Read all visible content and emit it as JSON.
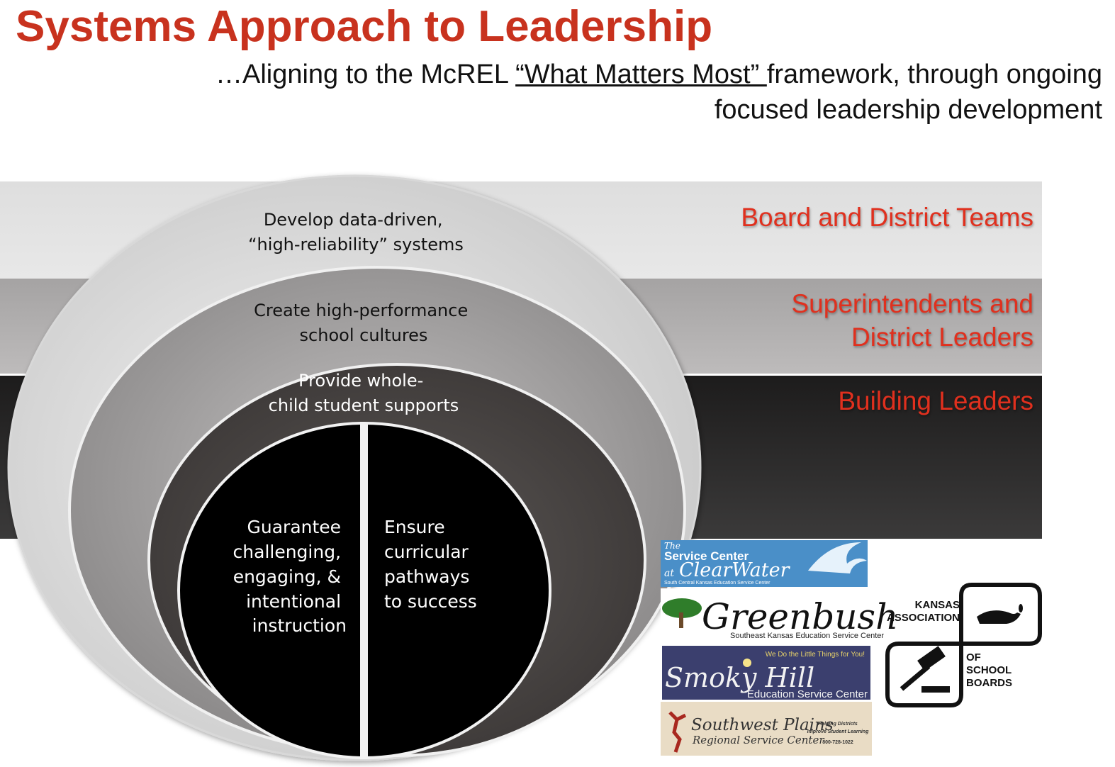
{
  "header": {
    "title": "Systems Approach to Leadership",
    "subtitle_prefix": "…Aligning to the McREL ",
    "subtitle_framework": "“What Matters Most” ",
    "subtitle_suffix": "framework, through ongoing",
    "subtitle_line2": "focused leadership development"
  },
  "bands": [
    {
      "label_lines": [
        "Board and District Teams"
      ]
    },
    {
      "label_lines": [
        "Superintendents and",
        "District Leaders"
      ]
    },
    {
      "label_lines": [
        "Building Leaders"
      ]
    }
  ],
  "ellipses": {
    "outer": {
      "lines": [
        "Develop  data-driven,",
        "“high-reliability” systems"
      ]
    },
    "middle": {
      "lines": [
        "Create high-performance",
        "school cultures"
      ]
    },
    "inner": {
      "lines": [
        "Provide whole-",
        "child  student supports"
      ]
    },
    "core_left": {
      "lines": [
        "Guarantee",
        "challenging,",
        "engaging, &",
        "intentional",
        "instruction"
      ]
    },
    "core_right": {
      "lines": [
        "Ensure",
        "curricular",
        "pathways",
        "to success"
      ]
    }
  },
  "logos": {
    "clearwater": {
      "small": "The",
      "line1": "Service Center",
      "at": "at",
      "line2": "ClearWater",
      "tagline": "South Central Kansas Education Service Center"
    },
    "greenbush": {
      "name": "Greenbush",
      "tagline": "Southeast Kansas Education Service Center"
    },
    "smokyhill": {
      "tagline": "We Do the Little Things for You!",
      "name": "Smoky Hill",
      "sub": "Education Service Center"
    },
    "southwestplains": {
      "line1": "Southwest Plains",
      "line2": "Regional Service Center",
      "side1": "Helping Districts",
      "side2": "Improve Student Learning",
      "phone": "800-728-1022"
    },
    "kasb": {
      "top1": "KANSAS",
      "top2": "ASSOCIATION",
      "bot1": "OF",
      "bot2": "SCHOOL",
      "bot3": "BOARDS"
    }
  },
  "colors": {
    "title": "#c8321e",
    "band_label": "#e0301e",
    "core": "#000000"
  }
}
